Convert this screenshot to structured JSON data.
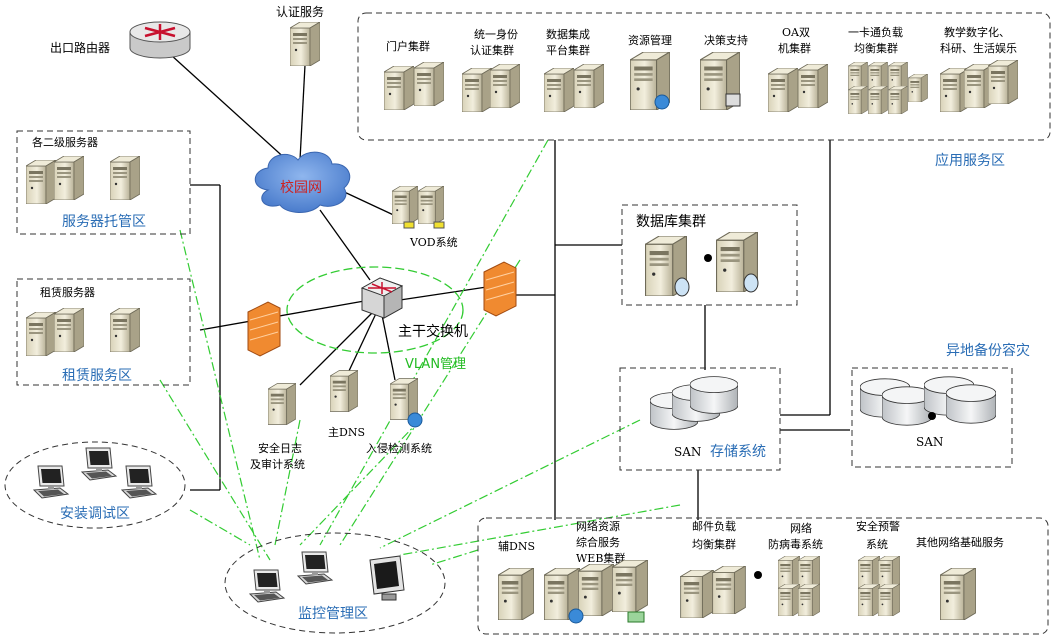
{
  "colors": {
    "zone_label": "#2a6db5",
    "vlan_label": "#22bb22",
    "cloud_label": "#cc2222",
    "dash_green": "#33cc33",
    "cloud_fill": "#5d8fd8",
    "firewall": "#f08a30"
  },
  "top": {
    "router": "出口路由器",
    "auth": "认证服务",
    "cloud": "校园网",
    "vod": "VOD系统",
    "core_switch": "主干交换机",
    "vlan": "VLAN管理"
  },
  "app_zone": {
    "title": "应用服务区",
    "items": [
      {
        "line1": "门户集群",
        "line2": ""
      },
      {
        "line1": "统一身份",
        "line2": "认证集群"
      },
      {
        "line1": "数据集成",
        "line2": "平台集群"
      },
      {
        "line1": "资源管理",
        "line2": ""
      },
      {
        "line1": "决策支持",
        "line2": ""
      },
      {
        "line1": "OA双",
        "line2": "机集群"
      },
      {
        "line1": "一卡通负载",
        "line2": "均衡集群"
      },
      {
        "line1": "教学数字化、",
        "line2": "科研、生活娱乐"
      }
    ]
  },
  "hosting": {
    "caption": "各二级服务器",
    "title": "服务器托管区"
  },
  "lease": {
    "caption": "租赁服务器",
    "title": "租赁服务区"
  },
  "install": {
    "title": "安装调试区"
  },
  "monitor": {
    "title": "监控管理区"
  },
  "security": {
    "log1": "安全日志",
    "log2": "及审计系统",
    "dns": "主DNS",
    "ids": "入侵检测系统"
  },
  "db": {
    "title": "数据库集群"
  },
  "storage": {
    "san": "SAN",
    "title": "存储系统"
  },
  "backup": {
    "title": "异地备份容灾",
    "san": "SAN"
  },
  "bottom": {
    "items": [
      {
        "lines": [
          "辅DNS"
        ]
      },
      {
        "lines": [
          "网络资源",
          "综合服务",
          "WEB集群"
        ]
      },
      {
        "lines": [
          "邮件负载",
          "均衡集群"
        ]
      },
      {
        "lines": [
          "网络",
          "防病毒系统"
        ]
      },
      {
        "lines": [
          "安全预警",
          "系统"
        ]
      },
      {
        "lines": [
          "其他网络基础服务"
        ]
      }
    ]
  }
}
